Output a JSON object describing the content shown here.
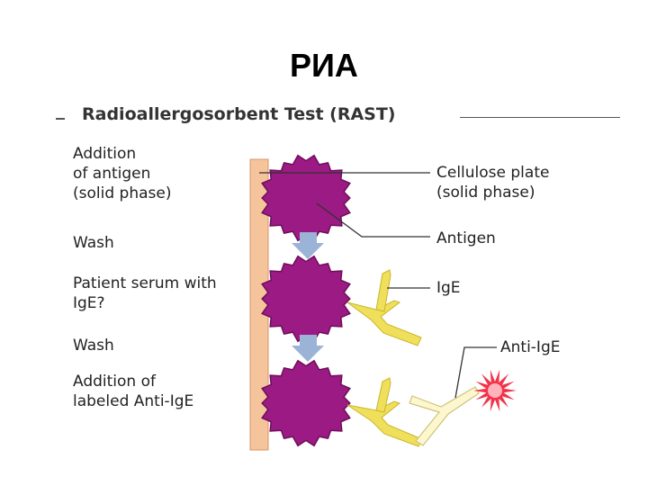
{
  "slide": {
    "title": "РИА"
  },
  "figure": {
    "heading": "Radioallergosorbent Test (RAST)",
    "steps": [
      {
        "lines": [
          "Addition",
          "of antigen",
          "(solid phase)"
        ]
      },
      {
        "lines": [
          "Wash"
        ]
      },
      {
        "lines": [
          "Patient serum with",
          "IgE?"
        ]
      },
      {
        "lines": [
          "Wash"
        ]
      },
      {
        "lines": [
          "Addition of",
          "labeled Anti-IgE"
        ]
      }
    ],
    "callouts": {
      "plate": [
        "Cellulose plate",
        "(solid phase)"
      ],
      "antigen": "Antigen",
      "ige": "IgE",
      "anti_ige": "Anti-IgE"
    }
  },
  "colors": {
    "plate": "#f5c49a",
    "plate_edge": "#d9956a",
    "antigen": "#9c1a83",
    "antigen_edge": "#6d0e5a",
    "arrow": "#9bb3d6",
    "ige": "#f0df5a",
    "ige_edge": "#c9b52b",
    "anti_ige": "#fdf7cf",
    "anti_ige_edge": "#cfc27a",
    "label_burst": "#f2334a",
    "leader": "#333333"
  }
}
